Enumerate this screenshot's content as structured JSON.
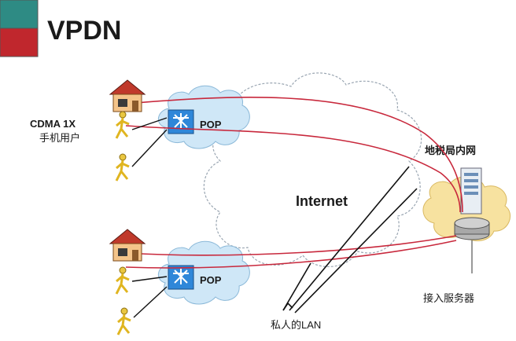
{
  "title": "VPDN",
  "colors": {
    "logo_top": "#2e8b84",
    "logo_bottom": "#c0272d",
    "tunnel": "#c8283c",
    "cloud_blue": "#cfe7f7",
    "cloud_yellow": "#f7e2a0",
    "router": "#2f87d9"
  },
  "labels": {
    "cdma": "CDMA 1X",
    "mobile_users": "手机用户",
    "pop_top": "POP",
    "pop_bottom": "POP",
    "internet": "Internet",
    "tax_intranet": "地税局内网",
    "server": "接入服务器",
    "private_lan": "私人的LAN"
  },
  "icons": [
    "house-icon",
    "person-icon",
    "router-icon",
    "server-icon",
    "cloud-icon"
  ]
}
